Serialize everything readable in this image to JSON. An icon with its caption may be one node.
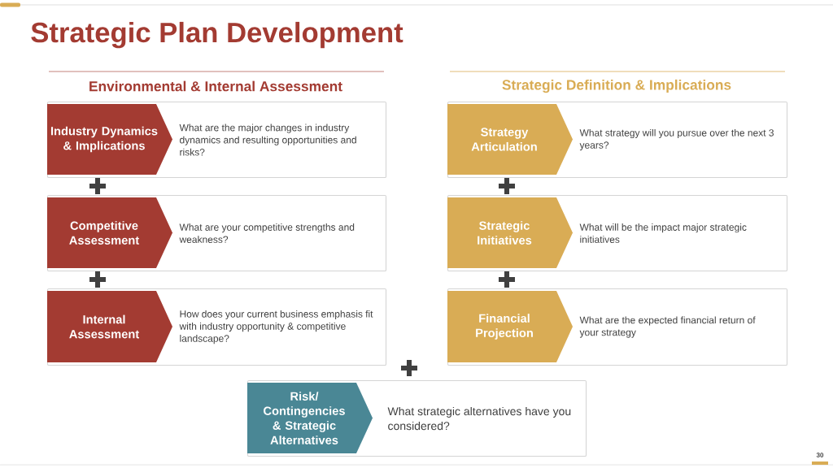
{
  "diagram": {
    "title": "Strategic Plan Development",
    "nodes": [
      {
        "text": [
          "What are the major changes in industry dynamics and resulting opportunities and risks?"
        ]
      },
      {
        "text": [
          "Industry Dynamics & Implications"
        ],
        "in": 0
      },
      {
        "text": [
          "What are your competitive strengths and weakness?"
        ]
      },
      {
        "text": [
          "Competitive Assessment"
        ],
        "in": 2
      },
      {
        "text": [
          "How does your current business emphasis fit with industry opportunity & competitive landscape?"
        ]
      },
      {
        "text": [
          "Internal Assessment"
        ],
        "in": 4
      },
      {
        "text": [
          "What strategy will you pursue over the next 3 years?"
        ]
      },
      {
        "text": [
          "Strategy Articulation"
        ],
        "in": 6
      },
      {
        "text": [
          "What will be the impact major strategic initiatives"
        ]
      },
      {
        "text": [
          "Strategic Initiatives"
        ],
        "in": 8
      },
      {
        "text": [
          "What are the expected financial return of your strategy"
        ]
      },
      {
        "text": [
          "Financial Projection"
        ],
        "in": 10
      },
      {
        "text": [
          "What strategic alternatives have you considered?"
        ]
      },
      {
        "text": [
          "Risk/ Contingencies & Strategic Alternatives"
        ],
        "in": 12
      }
    ],
    "labels": [
      "Environmental & Internal Assessment",
      "Strategic Definition & Implications",
      "30"
    ]
  }
}
